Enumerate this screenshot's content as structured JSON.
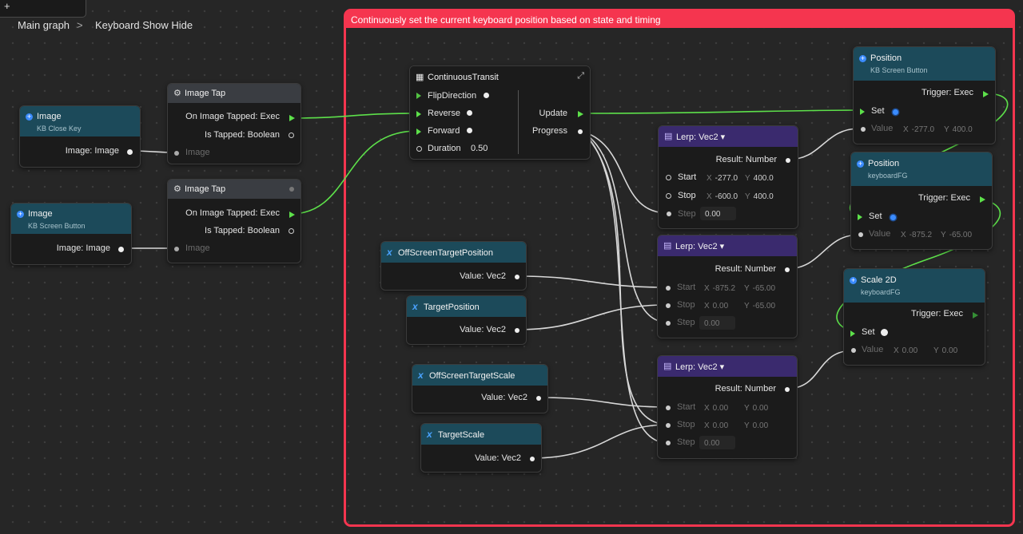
{
  "toolbar": {
    "plus_label": "+"
  },
  "breadcrumb": {
    "root": "Main graph",
    "separator": ">",
    "current": "Keyboard Show Hide"
  },
  "group": {
    "title": "Continuously set the current keyboard position based on state and timing"
  },
  "nodes": {
    "image1": {
      "title": "Image",
      "subtitle": "KB Close Key",
      "out": "Image: Image"
    },
    "image2": {
      "title": "Image",
      "subtitle": "KB Screen Button",
      "out": "Image: Image"
    },
    "tap1": {
      "title": "Image Tap",
      "exec": "On Image Tapped: Exec",
      "bool": "Is Tapped: Boolean",
      "in": "Image"
    },
    "tap2": {
      "title": "Image Tap",
      "exec": "On Image Tapped: Exec",
      "bool": "Is Tapped: Boolean",
      "in": "Image"
    },
    "transit": {
      "title": "ContinuousTransit",
      "flip": "FlipDirection",
      "reverse": "Reverse",
      "forward": "Forward",
      "duration": "Duration",
      "duration_value": "0.50",
      "update": "Update",
      "progress": "Progress"
    },
    "lerp1": {
      "title": "Lerp: Vec2 ▾",
      "result": "Result: Number",
      "start": "Start",
      "stop": "Stop",
      "step": "Step",
      "start_x": "-277.0",
      "start_y": "400.0",
      "stop_x": "-600.0",
      "stop_y": "400.0",
      "step_v": "0.00",
      "x": "X",
      "y": "Y"
    },
    "lerp2": {
      "title": "Lerp: Vec2 ▾",
      "result": "Result: Number",
      "start": "Start",
      "stop": "Stop",
      "step": "Step",
      "start_x": "-875.2",
      "start_y": "-65.00",
      "stop_x": "0.00",
      "stop_y": "-65.00",
      "step_v": "0.00",
      "x": "X",
      "y": "Y"
    },
    "lerp3": {
      "title": "Lerp: Vec2 ▾",
      "result": "Result: Number",
      "start": "Start",
      "stop": "Stop",
      "step": "Step",
      "start_x": "0.00",
      "start_y": "0.00",
      "stop_x": "0.00",
      "stop_y": "0.00",
      "step_v": "0.00",
      "x": "X",
      "y": "Y"
    },
    "offpos": {
      "title": "OffScreenTargetPosition",
      "out": "Value: Vec2"
    },
    "tpos": {
      "title": "TargetPosition",
      "out": "Value: Vec2"
    },
    "offscale": {
      "title": "OffScreenTargetScale",
      "out": "Value: Vec2"
    },
    "tscale": {
      "title": "TargetScale",
      "out": "Value: Vec2"
    },
    "pos1": {
      "title": "Position",
      "subtitle": "KB Screen Button",
      "trigger": "Trigger: Exec",
      "set": "Set",
      "value": "Value",
      "x": "X",
      "y": "Y",
      "vx": "-277.0",
      "vy": "400.0"
    },
    "pos2": {
      "title": "Position",
      "subtitle": "keyboardFG",
      "trigger": "Trigger: Exec",
      "set": "Set",
      "value": "Value",
      "x": "X",
      "y": "Y",
      "vx": "-875.2",
      "vy": "-65.00"
    },
    "scale": {
      "title": "Scale 2D",
      "subtitle": "keyboardFG",
      "trigger": "Trigger: Exec",
      "set": "Set",
      "value": "Value",
      "x": "X",
      "y": "Y",
      "vx": "0.00",
      "vy": "0.00"
    }
  },
  "colors": {
    "group_border": "#f5354f",
    "exec_wire": "#5de04a",
    "data_wire": "#d8d8d8",
    "teal_header": "#1c4a5a",
    "purple_header": "#3a2a6e"
  },
  "icons": {
    "image": "plus-circle-icon",
    "tap": "gear-icon",
    "transit": "grid-icon",
    "lerp": "calculator-icon",
    "variable": "variable-x-icon",
    "expand": "expand-icon"
  }
}
